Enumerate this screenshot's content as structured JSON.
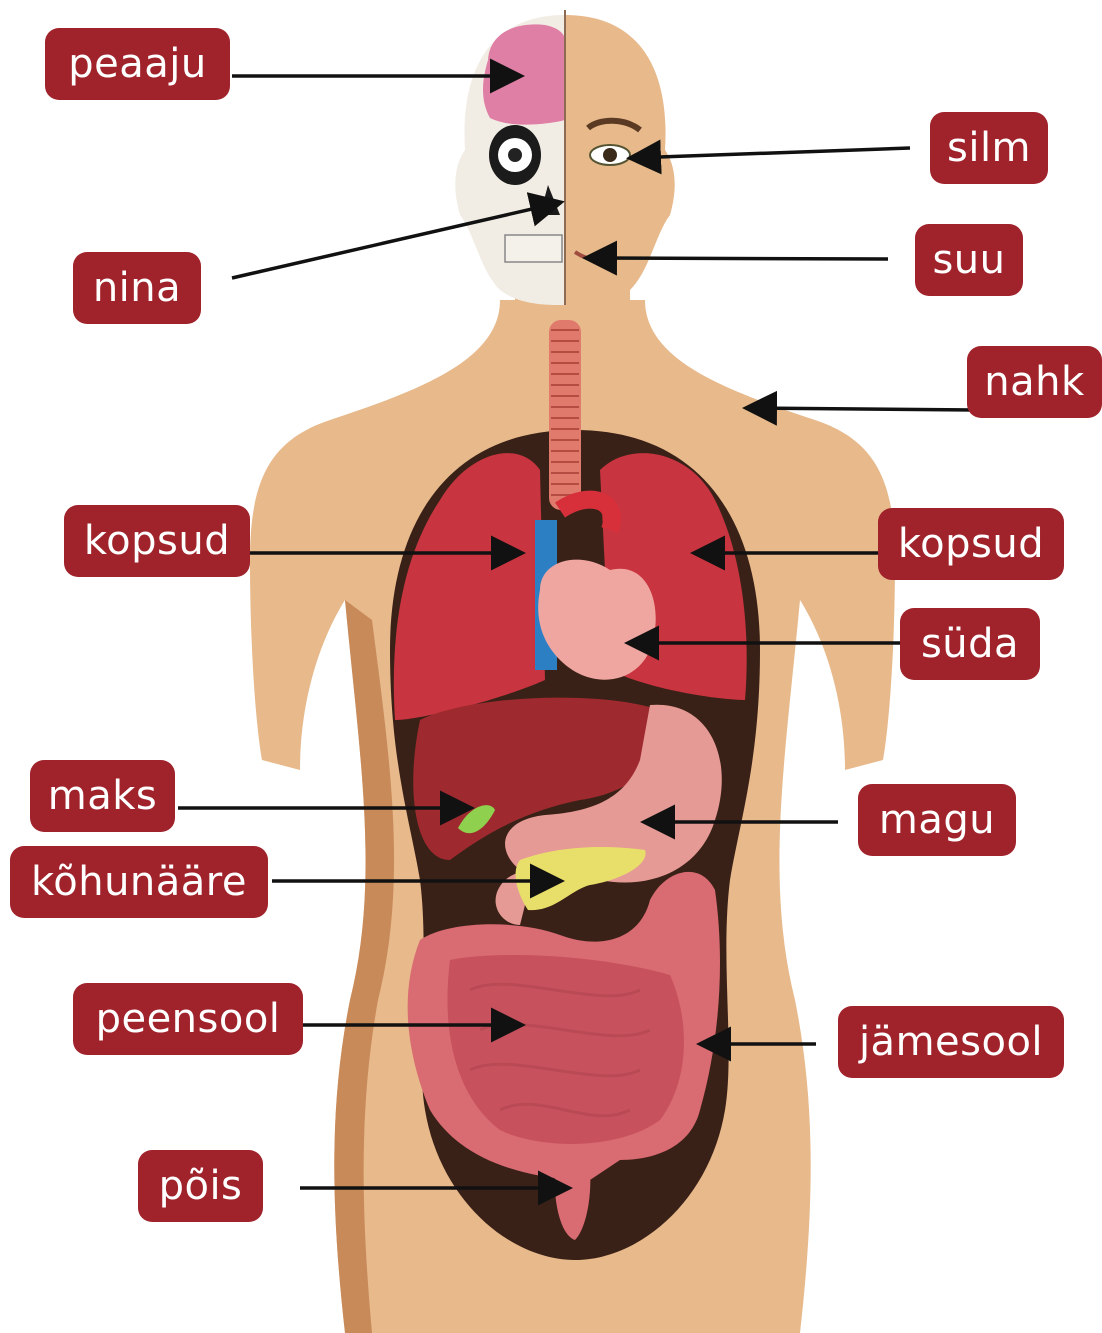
{
  "colors": {
    "label_bg": "#a0232b",
    "label_text": "#ffffff",
    "skin": "#e7b98b",
    "skin_shadow": "#c98a5a",
    "cavity": "#3a2117",
    "lung": "#c8343f",
    "liver": "#9e2a2f",
    "stomach": "#e69a95",
    "intestine": "#d96b72",
    "pancreas": "#e8df6a",
    "brain": "#e07fa6",
    "trachea": "#e07a6c"
  },
  "labels": {
    "brain": "peaaju",
    "eye": "silm",
    "nose": "nina",
    "mouth": "suu",
    "skin": "nahk",
    "lung_left": "kopsud",
    "lung_right": "kopsud",
    "heart": "süda",
    "liver": "maks",
    "stomach": "magu",
    "pancreas": "kõhunääre",
    "small_intestine": "peensool",
    "large_intestine": "jämesool",
    "bladder": "põis"
  }
}
